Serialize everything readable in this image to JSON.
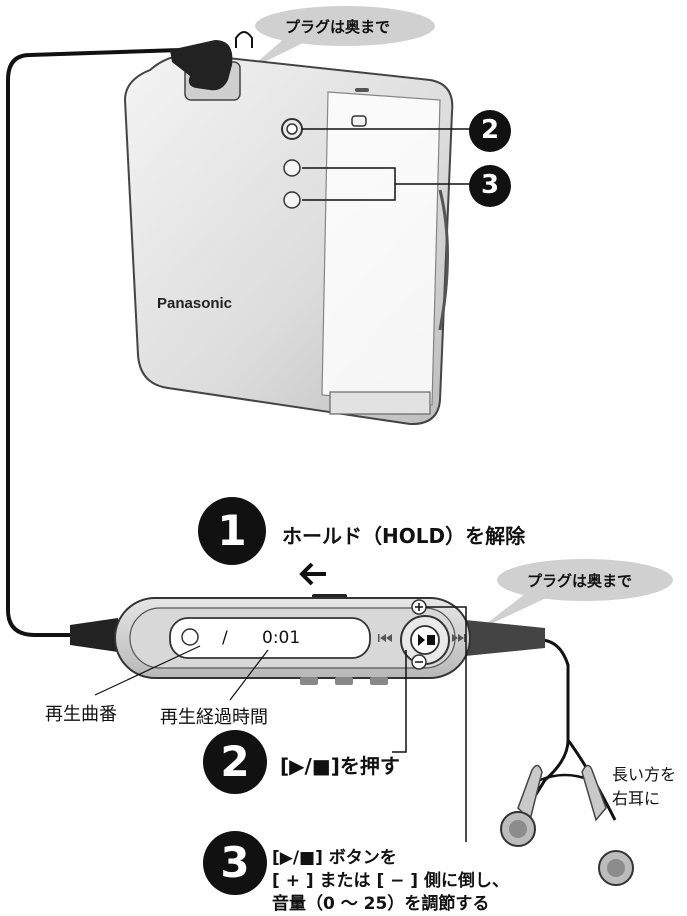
{
  "bubble_top": "プラグは奥まで",
  "bubble_bottom": "プラグは奥まで",
  "brand": "Panasonic",
  "lcd": {
    "track": "/",
    "time": "0:01"
  },
  "step1": {
    "number": "1",
    "text": "ホールド（HOLD）を解除"
  },
  "step2": {
    "number": "2",
    "text": "[▶/■]を押す"
  },
  "step3": {
    "number": "3",
    "line1": "[▶/■] ボタンを",
    "line2": "[ + ] または [ − ] 側に倒し、",
    "line3": "音量（0 ～ 25）を調節する"
  },
  "label_track": "再生曲番",
  "label_elapsed": "再生経過時間",
  "label_earphone_line1": "長い方を",
  "label_earphone_line2": "右耳に",
  "callout_2": "2",
  "callout_3": "3",
  "icons": [
    "headphone-icon",
    "arrow-left-icon",
    "play-stop-icon",
    "plus-icon",
    "minus-icon",
    "skip-back-icon",
    "skip-forward-icon"
  ]
}
